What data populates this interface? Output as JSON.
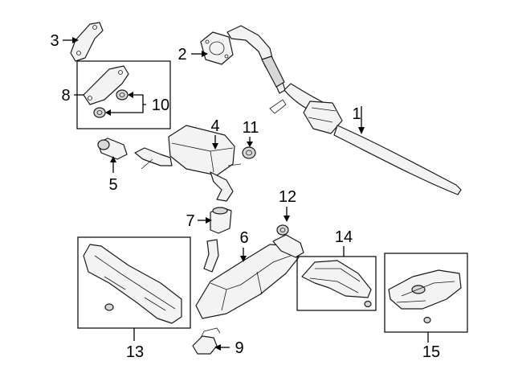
{
  "diagram": {
    "background": "#ffffff",
    "line_color": "#000000",
    "parts": [
      {
        "id": "p1",
        "callout": "1",
        "icon": "catalytic-converter-pipe-icon"
      },
      {
        "id": "p2",
        "callout": "2",
        "icon": "flange-gasket-icon"
      },
      {
        "id": "p3",
        "callout": "3",
        "icon": "heat-shield-bracket-icon"
      },
      {
        "id": "p4",
        "callout": "4",
        "icon": "rear-muffler-icon"
      },
      {
        "id": "p5",
        "callout": "5",
        "icon": "pipe-clamp-icon"
      },
      {
        "id": "p6",
        "callout": "6",
        "icon": "center-muffler-icon"
      },
      {
        "id": "p7",
        "callout": "7",
        "icon": "pipe-connector-icon"
      },
      {
        "id": "p8",
        "callout": "8",
        "icon": "hanger-bracket-icon"
      },
      {
        "id": "p9",
        "callout": "9",
        "icon": "mounting-bracket-icon"
      },
      {
        "id": "p10",
        "callout": "10",
        "icon": "rubber-insulator-icon"
      },
      {
        "id": "p11",
        "callout": "11",
        "icon": "rubber-insulator-icon"
      },
      {
        "id": "p12",
        "callout": "12",
        "icon": "rubber-insulator-icon"
      },
      {
        "id": "p13",
        "callout": "13",
        "icon": "heat-shield-icon"
      },
      {
        "id": "p14",
        "callout": "14",
        "icon": "heat-shield-icon"
      },
      {
        "id": "p15",
        "callout": "15",
        "icon": "heat-shield-icon"
      }
    ]
  }
}
